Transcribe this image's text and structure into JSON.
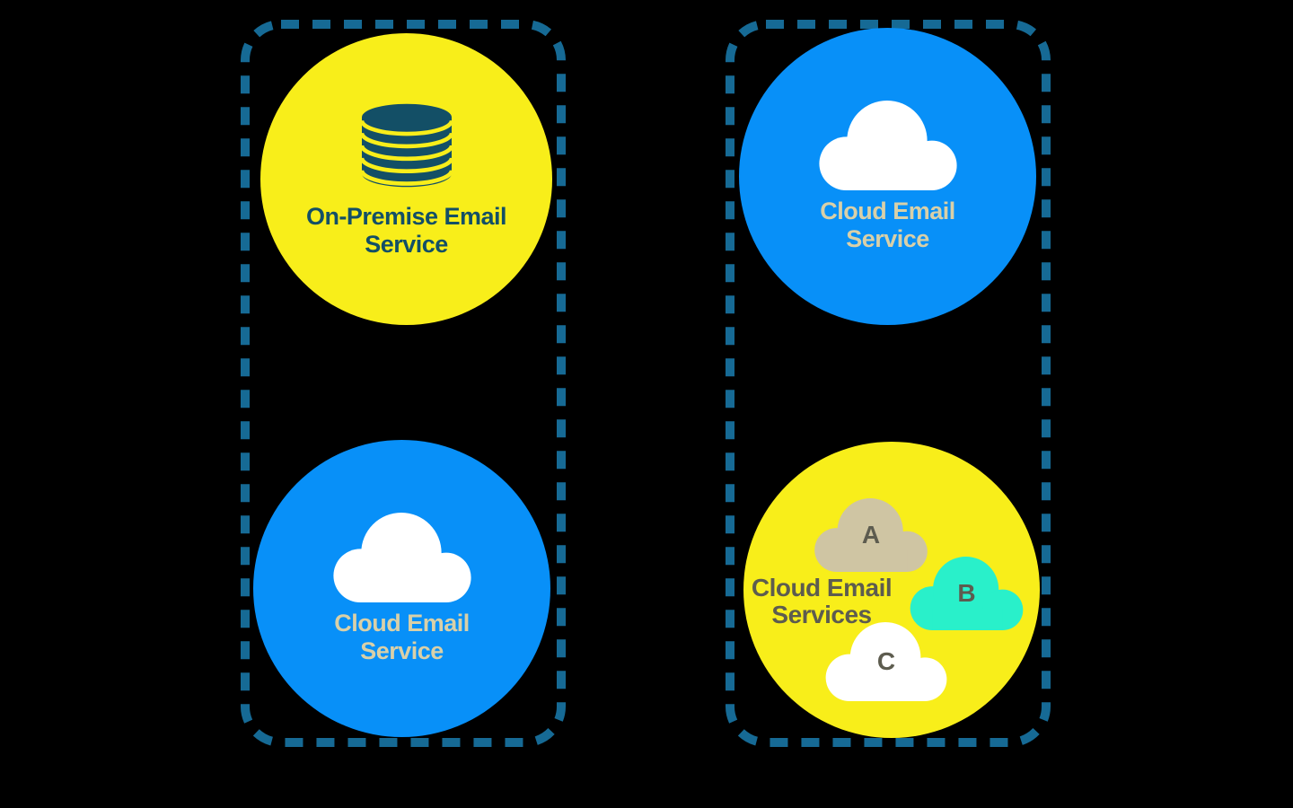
{
  "palette": {
    "background": "#000000",
    "dashed_border": "#166a95",
    "yellow": "#f8ee1a",
    "blue": "#0890f8",
    "dark_teal": "#134f66",
    "beige": "#d9d0a8",
    "dark_gray": "#5d5c4f",
    "tan": "#cfc5a3",
    "turquoise": "#29f0ca",
    "white": "#ffffff"
  },
  "nodes": {
    "on_premise": {
      "label_lines": [
        "On-Premise Email",
        "Service"
      ],
      "fill": "#f8ee1a",
      "text_color": "#134f66",
      "icon": "database-icon",
      "icon_color": "#134f66"
    },
    "cloud_top_right": {
      "label_lines": [
        "Cloud Email",
        "Service"
      ],
      "fill": "#0890f8",
      "text_color": "#d9d0a8",
      "icon": "cloud-icon",
      "icon_color": "#ffffff"
    },
    "cloud_bottom_left": {
      "label_lines": [
        "Cloud Email",
        "Service"
      ],
      "fill": "#0890f8",
      "text_color": "#d9d0a8",
      "icon": "cloud-icon",
      "icon_color": "#ffffff"
    },
    "multi_cloud": {
      "label_lines": [
        "Cloud Email",
        "Services"
      ],
      "fill": "#f8ee1a",
      "text_color": "#5d5c4f",
      "clouds": [
        {
          "letter": "A",
          "fill": "#cfc5a3",
          "letter_color": "#5d5c4f"
        },
        {
          "letter": "B",
          "fill": "#29f0ca",
          "letter_color": "#5d5c4f"
        },
        {
          "letter": "C",
          "fill": "#ffffff",
          "letter_color": "#5d5c4f"
        }
      ]
    }
  }
}
